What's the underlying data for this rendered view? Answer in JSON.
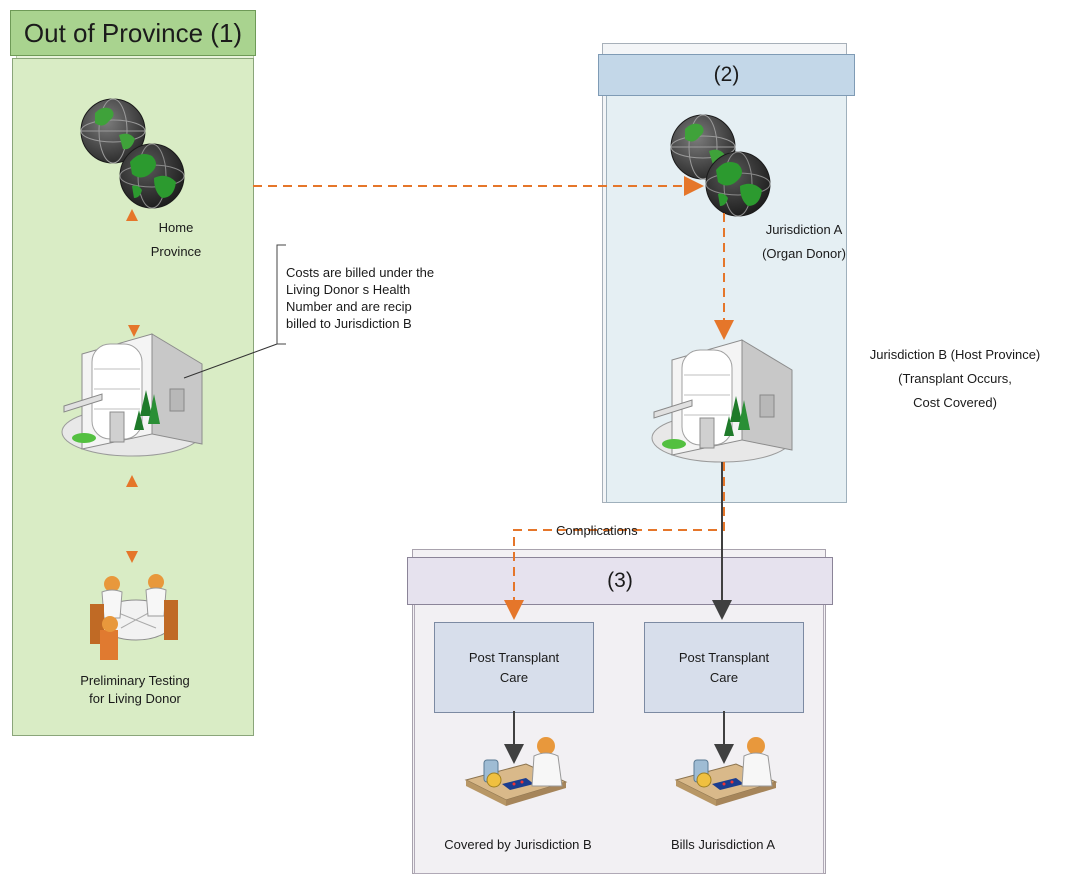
{
  "panel1": {
    "title": "Out of Province (1)",
    "home_label": "Home\nProvince",
    "testing_label": "Preliminary Testing\nfor Living Donor",
    "billing_note": "Costs are billed under the\nLiving Donor s Health\nNumber and are recip\nbilled to Jurisdiction B"
  },
  "panel2": {
    "title": "(2)",
    "jurisdiction_a_label": "Jurisdiction A\n(Organ Donor)",
    "jurisdiction_b_label": "Jurisdiction B (Host Province)\n(Transplant Occurs,\nCost Covered)"
  },
  "panel3": {
    "title": "(3)",
    "complications_label": "Complications",
    "care_left": "Post Transplant\nCare",
    "care_right": "Post Transplant\nCare",
    "covered_label": "Covered by  Jurisdiction B",
    "bills_label": "Bills Jurisdiction A"
  },
  "colors": {
    "arrow_orange": "#e5762a",
    "arrow_dark": "#404040",
    "panel1_fill": "#d9ecc5",
    "panel2_fill": "#e5eff3",
    "panel3_fill": "#f2f0f3"
  },
  "icons": [
    "globe-icon",
    "hospital-icon",
    "meeting-icon",
    "accountant-icon"
  ]
}
